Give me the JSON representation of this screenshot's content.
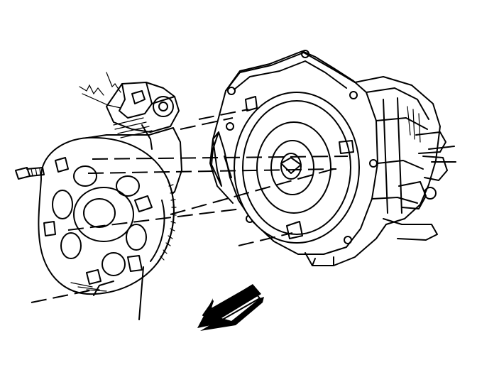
{
  "figure": {
    "background": "#ffffff",
    "ink": "#000000",
    "parts": [
      {
        "id": "bolt",
        "icon": "bolt-icon"
      },
      {
        "id": "engine-block",
        "icon": "engine-block-icon"
      },
      {
        "id": "flexplate",
        "icon": "flexplate-icon"
      },
      {
        "id": "transmission",
        "icon": "transmission-icon"
      },
      {
        "id": "direction-arrow",
        "icon": "arrow-icon"
      }
    ],
    "alignment_lines": 6
  }
}
